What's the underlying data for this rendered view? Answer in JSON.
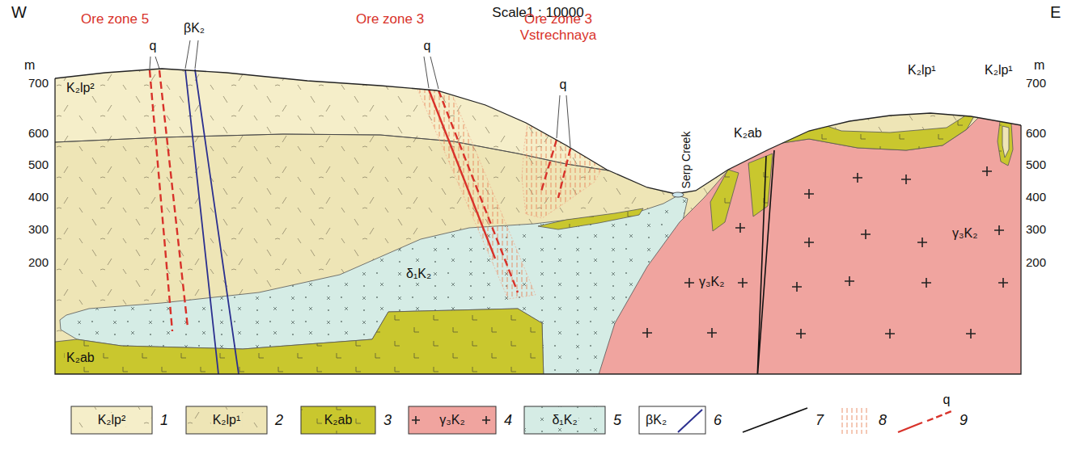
{
  "diagram": {
    "labels": [
      "W",
      "Scale1 : 10000",
      "E",
      "m",
      "700",
      "600",
      "500",
      "400",
      "300",
      "200",
      "m",
      "700",
      "600",
      "500",
      "400",
      "300",
      "200",
      "Ore zone 5",
      "q",
      "βK₂",
      "Ore zone 3",
      "q",
      "Ore zone 3 Vstrechnaya",
      "q",
      "Serp Creek",
      "K₂lp²",
      "K₂lp¹",
      "K₂lp¹",
      "K₂ab",
      "K₂ab",
      "δ₁K₂",
      "γ₃K₂",
      "γ₃K₂",
      "K₂lp²",
      "K₂lp¹",
      "K₂ab",
      "γ₃K₂",
      "δ₁K₂",
      "βK₂",
      "q"
    ],
    "legend": [
      {
        "text": "1",
        "color": "#f5eec9"
      },
      {
        "text": "2",
        "color": "#eee5b6"
      },
      {
        "text": "3",
        "color": "#c9c72e"
      },
      {
        "text": "4",
        "color": "#f0a49f"
      },
      {
        "text": "5",
        "color": "#d5ece5"
      },
      {
        "text": "6"
      },
      {
        "text": "7"
      },
      {
        "text": "8"
      },
      {
        "text": "9"
      }
    ]
  }
}
